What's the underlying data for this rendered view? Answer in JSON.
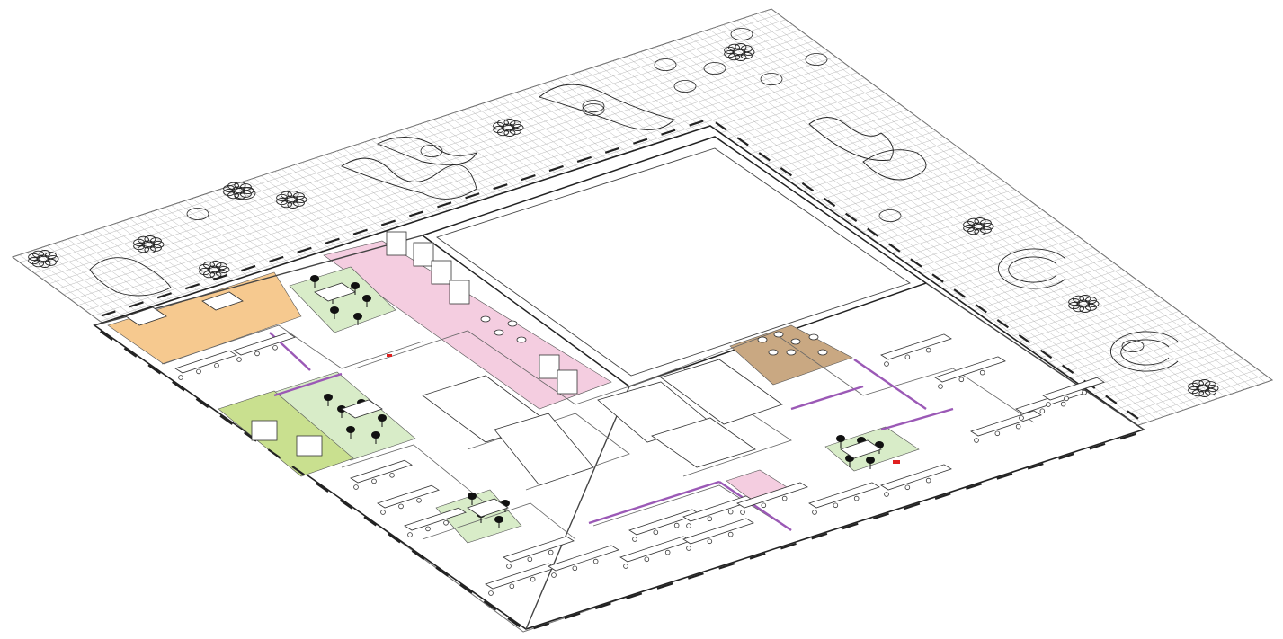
{
  "drawing": {
    "labels": []
  },
  "colors": {
    "background": "#ffffff",
    "grid": "#b8b8b8",
    "floor_fill": "#ffffff",
    "zone_orange": "#f6c98f",
    "zone_pink": "#f4cde0",
    "zone_light_green": "#d8ecc8",
    "zone_yellow_green": "#c9e08f",
    "zone_tan": "#c9a882",
    "glass_partition": "#9b59b6",
    "accent_red": "#e02020"
  },
  "zones": [
    {
      "name": "lounge-orange",
      "color_key": "zone_orange"
    },
    {
      "name": "corridor-pink",
      "color_key": "zone_pink"
    },
    {
      "name": "meeting-green-north",
      "color_key": "zone_light_green"
    },
    {
      "name": "meeting-green-west",
      "color_key": "zone_light_green"
    },
    {
      "name": "collab-yellow-green",
      "color_key": "zone_yellow_green"
    },
    {
      "name": "meeting-green-south",
      "color_key": "zone_light_green"
    },
    {
      "name": "cafe-tan",
      "color_key": "zone_tan"
    },
    {
      "name": "meeting-green-east",
      "color_key": "zone_light_green"
    },
    {
      "name": "lounge-pink-small",
      "color_key": "zone_pink"
    }
  ],
  "icons": [
    "tree-icon",
    "shrub-icon",
    "chair-icon",
    "desk-icon",
    "staircase-icon",
    "elevator-icon"
  ]
}
